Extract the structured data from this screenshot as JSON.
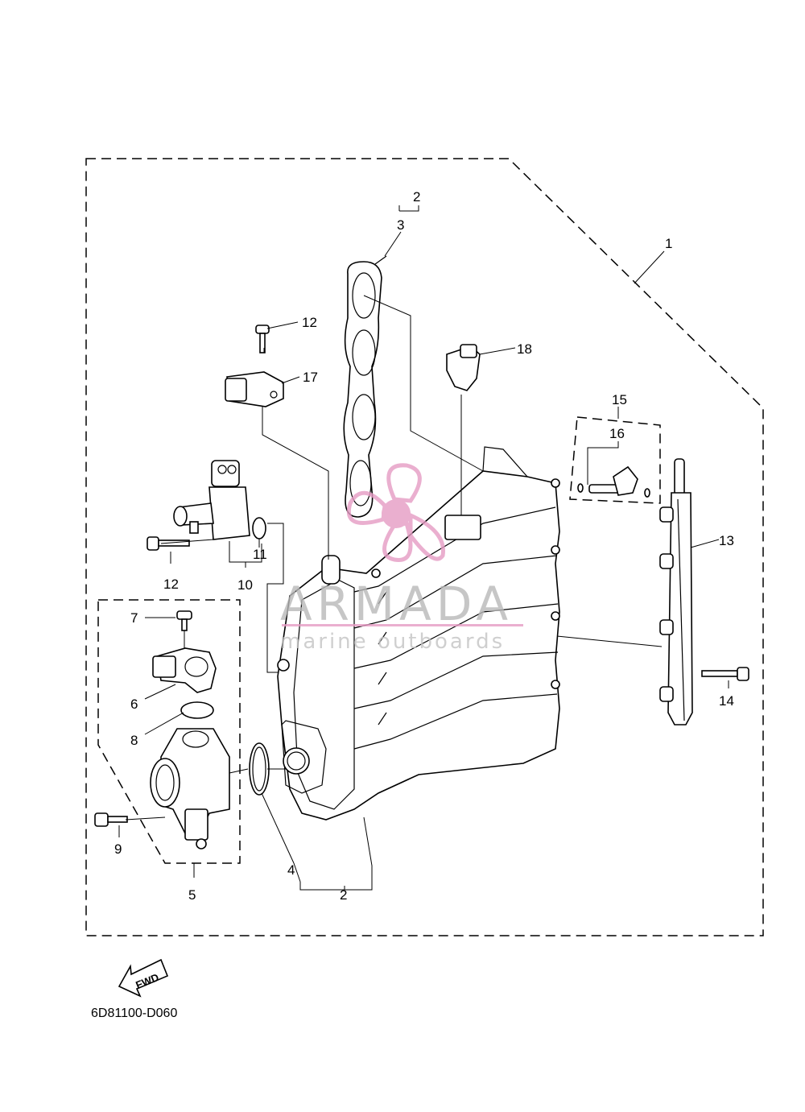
{
  "labels": {
    "p1": "1",
    "p2_top": "2",
    "p2_bottom": "2",
    "p3": "3",
    "p4": "4",
    "p5": "5",
    "p6": "6",
    "p7": "7",
    "p8": "8",
    "p9": "9",
    "p10": "10",
    "p11": "11",
    "p12_top": "12",
    "p12_left": "12",
    "p13": "13",
    "p14": "14",
    "p15": "15",
    "p16": "16",
    "p17": "17",
    "p18": "18"
  },
  "fwd_label": "FWD",
  "diagram_code": "6D81100-D060",
  "watermark": {
    "brand": "ARMADA",
    "tagline": "marine outboards",
    "logo_color": "#e69cc4",
    "text_color": "#b8b8b8"
  },
  "icons": {
    "fwd": "fwd-arrow-icon",
    "logo": "propeller-logo-icon"
  }
}
